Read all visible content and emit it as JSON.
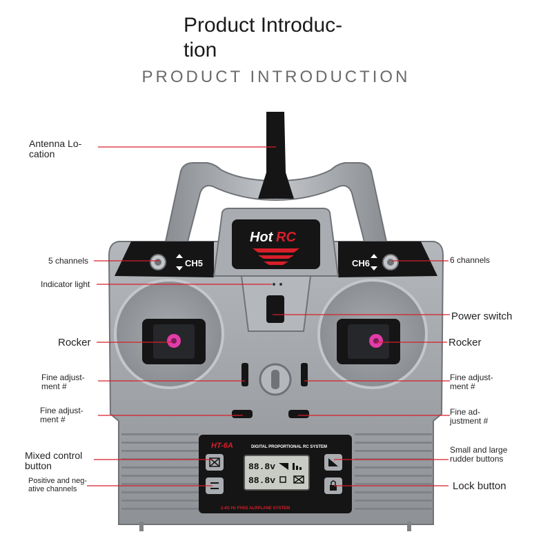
{
  "header": {
    "title_line1": "Product Introduc-",
    "title_line2": "tion",
    "subtitle": "PRODUCT INTRODUCTION"
  },
  "device": {
    "brand_part1": "Hot",
    "brand_part2": "RC",
    "left_channel_label": "CH5",
    "right_channel_label": "CH6",
    "model": "HT-6A",
    "panel_heading": "DIGITAL PROPORTIONAL RC SYSTEM",
    "panel_footer": "2.4G Hz FHSS ALRPLANE SYSTEM",
    "lcd_line1": "88.8v",
    "lcd_line2": "88.8v"
  },
  "labels": {
    "antenna": [
      "Antenna Lo-",
      "cation"
    ],
    "ch5": "5 channels",
    "ch6": "6 channels",
    "indicator": "Indicator light",
    "power": "Power switch",
    "rocker_left": "Rocker",
    "rocker_right": "Rocker",
    "fine_left_1": [
      "Fine adjust-",
      "ment #"
    ],
    "fine_right_1": [
      "Fine adjust-",
      "ment #"
    ],
    "fine_left_2": [
      "Fine adjust-",
      "ment #"
    ],
    "fine_right_2": [
      "Fine ad-",
      "justment #"
    ],
    "mixed": [
      "Mixed control",
      "button"
    ],
    "small_large": [
      "Small and large",
      "rudder buttons"
    ],
    "pos_neg": [
      "Positive and neg-",
      "ative channels"
    ],
    "lock": "Lock button"
  },
  "colors": {
    "accent_line": "#d81e2a",
    "body": "#9c9fa3",
    "body_dark": "#6f7276",
    "black": "#151515",
    "pink": "#e23ca8"
  }
}
